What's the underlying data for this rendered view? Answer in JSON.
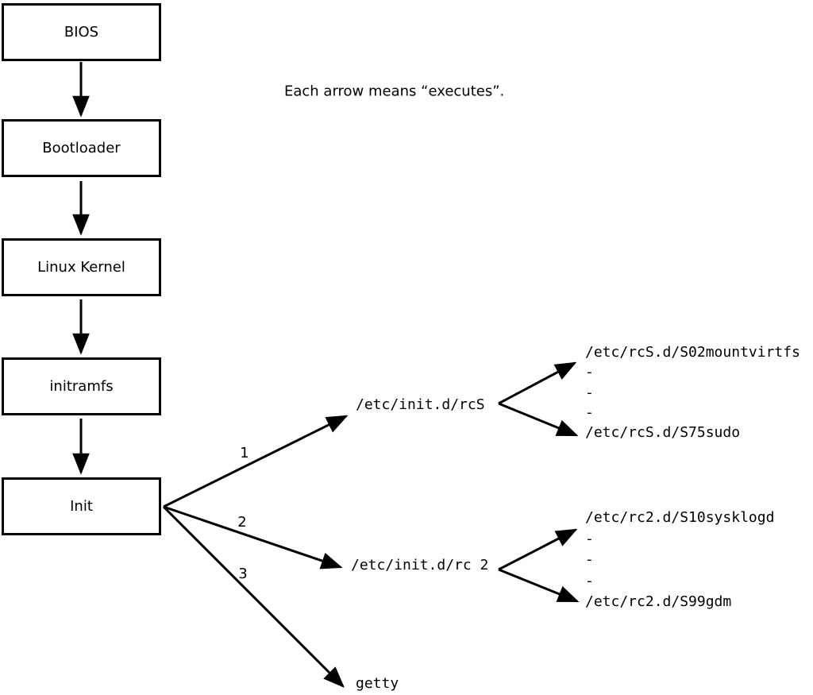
{
  "note": "Each arrow means “executes”.",
  "chain": [
    {
      "label": "BIOS"
    },
    {
      "label": "Bootloader"
    },
    {
      "label": "Linux Kernel"
    },
    {
      "label": "initramfs"
    },
    {
      "label": "Init"
    }
  ],
  "branches": [
    {
      "number": "1",
      "target": "/etc/init.d/rcS",
      "scripts": [
        "/etc/rcS.d/S02mountvirtfs",
        "-",
        "-",
        "-",
        "/etc/rcS.d/S75sudo"
      ]
    },
    {
      "number": "2",
      "target": "/etc/init.d/rc 2",
      "scripts": [
        "/etc/rc2.d/S10sysklogd",
        "-",
        "-",
        "-",
        "/etc/rc2.d/S99gdm"
      ]
    },
    {
      "number": "3",
      "target": "getty"
    }
  ],
  "colors": {
    "line": "#000000",
    "background": "#ffffff"
  }
}
